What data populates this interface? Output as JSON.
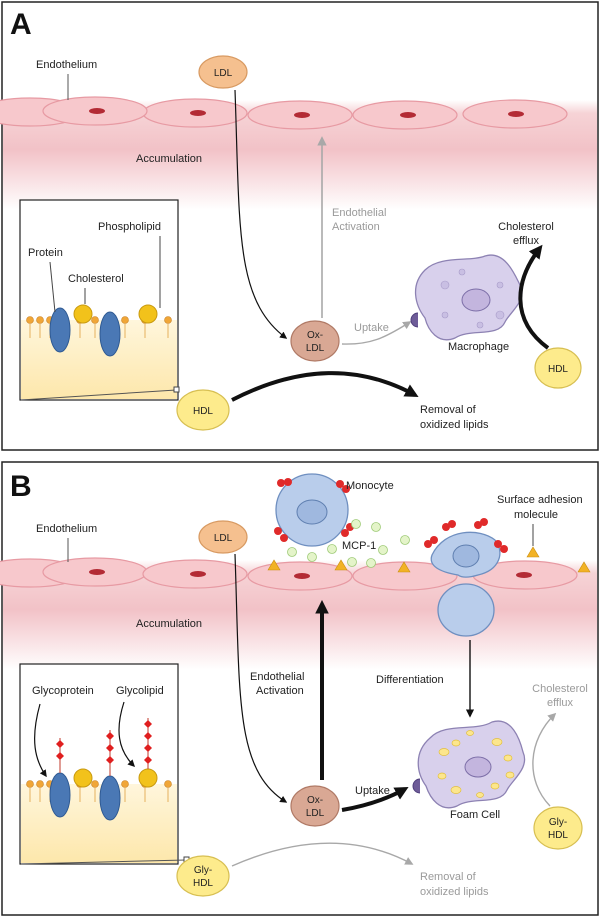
{
  "panel_a": {
    "letter": "A",
    "endothelium": "Endothelium",
    "ldl": "LDL",
    "accumulation": "Accumulation",
    "endothelial_activation": [
      "Endothelial",
      "Activation"
    ],
    "inset": {
      "protein": "Protein",
      "cholesterol": "Cholesterol",
      "phospholipid": "Phospholipid"
    },
    "ox_ldl": [
      "Ox-",
      "LDL"
    ],
    "uptake": "Uptake",
    "macrophage": "Macrophage",
    "cholesterol_efflux": [
      "Cholesterol",
      "efflux"
    ],
    "hdl_right": "HDL",
    "hdl": "HDL",
    "removal": [
      "Removal of",
      "oxidized lipids"
    ]
  },
  "panel_b": {
    "letter": "B",
    "endothelium": "Endothelium",
    "ldl": "LDL",
    "accumulation": "Accumulation",
    "monocyte": "Monocyte",
    "mcp1": "MCP-1",
    "surface_adhesion": [
      "Surface adhesion",
      "molecule"
    ],
    "endothelial_activation": [
      "Endothelial",
      "Activation"
    ],
    "differentiation": "Differentiation",
    "inset": {
      "glycoprotein": "Glycoprotein",
      "glycolipid": "Glycolipid"
    },
    "ox_ldl": [
      "Ox-",
      "LDL"
    ],
    "uptake": "Uptake",
    "foam_cell": "Foam Cell",
    "cholesterol_efflux": [
      "Cholesterol",
      "efflux"
    ],
    "gly_hdl_right": [
      "Gly-",
      "HDL"
    ],
    "gly_hdl": [
      "Gly-",
      "HDL"
    ],
    "removal": [
      "Removal of",
      "oxidized lipids"
    ]
  },
  "colors": {
    "ldl_fill": "#f5c08f",
    "ox_ldl_fill": "#d9a894",
    "hdl_fill": "#fdeb8c",
    "macrophage_fill": "#d8d0ec",
    "monocyte_fill": "#b9cdeb",
    "endothelium": "#eaa4ac"
  }
}
